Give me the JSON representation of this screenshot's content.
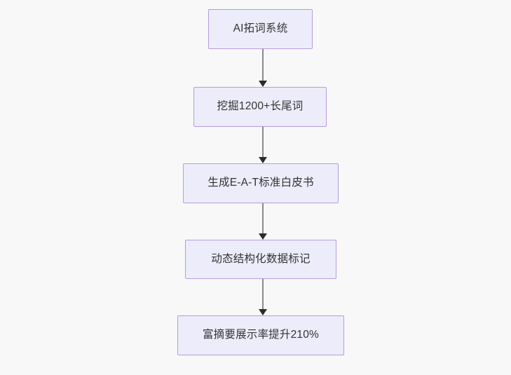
{
  "diagram": {
    "type": "flowchart",
    "direction": "top-to-bottom",
    "background_color": "#f8f8f8",
    "node_fill_color": "#ececfb",
    "node_border_color": "#b79ce0",
    "node_text_color": "#333333",
    "connector_line_color": "#8a8a8a",
    "arrowhead_color": "#2b2b2b",
    "nodes": [
      {
        "id": "n1",
        "label": "AI拓词系统"
      },
      {
        "id": "n2",
        "label": "挖掘1200+长尾词"
      },
      {
        "id": "n3",
        "label": "生成E-A-T标准白皮书"
      },
      {
        "id": "n4",
        "label": "动态结构化数据标记"
      },
      {
        "id": "n5",
        "label": "富摘要展示率提升210%"
      }
    ],
    "edges": [
      {
        "id": "e1",
        "from": "n1",
        "to": "n2",
        "label": ""
      },
      {
        "id": "e2",
        "from": "n2",
        "to": "n3",
        "label": ""
      },
      {
        "id": "e3",
        "from": "n3",
        "to": "n4",
        "label": ""
      },
      {
        "id": "e4",
        "from": "n4",
        "to": "n5",
        "label": ""
      }
    ]
  }
}
